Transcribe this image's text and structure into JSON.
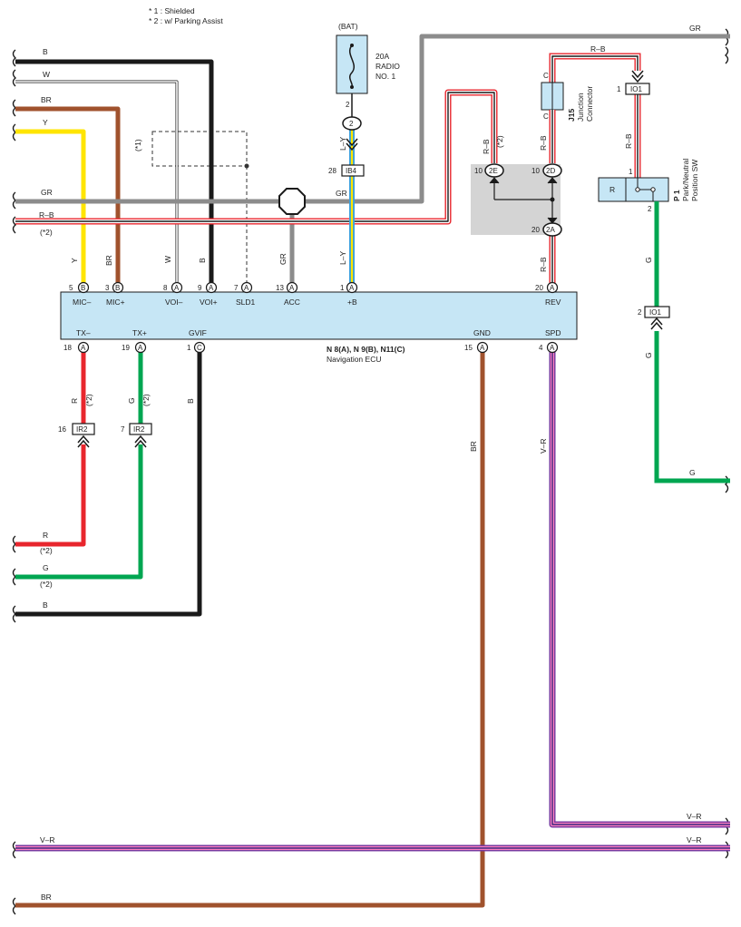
{
  "notes": [
    "* 1 : Shielded",
    "* 2 : w/ Parking Assist"
  ],
  "colors": {
    "black": "#1a1a1a",
    "white_wire": "#b9b9b9",
    "brown": "#a0522d",
    "yellow": "#ffe500",
    "gray": "#8c8c8c",
    "red": "#e8262d",
    "green": "#00a651",
    "violet": "#7a3aa0",
    "blue": "#3aa0e0",
    "ecu_fill": "#c6e6f5",
    "junction_fill": "#d4d4d4"
  },
  "ecu": {
    "name": "N 8(A), N 9(B), N11(C)",
    "subtitle": "Navigation ECU",
    "top_pins": [
      {
        "num": "5",
        "conn": "B",
        "label": "MIC–",
        "wire": "Y"
      },
      {
        "num": "3",
        "conn": "B",
        "label": "MIC+",
        "wire": "BR"
      },
      {
        "num": "8",
        "conn": "A",
        "label": "VOI–",
        "wire": "W"
      },
      {
        "num": "9",
        "conn": "A",
        "label": "VOI+",
        "wire": "B"
      },
      {
        "num": "7",
        "conn": "A",
        "label": "SLD1",
        "wire": ""
      },
      {
        "num": "13",
        "conn": "A",
        "label": "ACC",
        "wire": "GR"
      },
      {
        "num": "1",
        "conn": "A",
        "label": "+B",
        "wire": "L–Y"
      },
      {
        "num": "20",
        "conn": "A",
        "label": "REV",
        "wire": "R–B"
      }
    ],
    "bottom_pins": [
      {
        "num": "18",
        "conn": "A",
        "label": "TX–",
        "wire": "R",
        "note": "(*2)"
      },
      {
        "num": "19",
        "conn": "A",
        "label": "TX+",
        "wire": "G",
        "note": "(*2)"
      },
      {
        "num": "1",
        "conn": "C",
        "label": "GVIF",
        "wire": "B"
      },
      {
        "num": "15",
        "conn": "A",
        "label": "GND",
        "wire": "BR"
      },
      {
        "num": "4",
        "conn": "A",
        "label": "SPD",
        "wire": "V–R"
      }
    ]
  },
  "fuse": {
    "source": "(BAT)",
    "rating": "20A",
    "name": "RADIO",
    "name2": "NO. 1",
    "pin": "2",
    "circle": "2"
  },
  "connectors": {
    "ib4": {
      "pin": "28",
      "name": "IB4"
    },
    "io1_top": {
      "pin": "1",
      "name": "IO1"
    },
    "io1_bottom": {
      "pin": "2",
      "name": "IO1"
    },
    "ir2_left": {
      "pin": "16",
      "name": "IR2"
    },
    "ir2_right": {
      "pin": "7",
      "name": "IR2"
    }
  },
  "junction": {
    "id": "J15",
    "name": "Junction",
    "name2": "Connector",
    "pin_c": "C",
    "pins": [
      {
        "num": "10",
        "circle": "2E"
      },
      {
        "num": "10",
        "circle": "2D"
      },
      {
        "num": "20",
        "circle": "2A"
      }
    ]
  },
  "park_switch": {
    "id": "P 1",
    "name": "Park/Neutral",
    "name2": "Position SW",
    "pin_top": "1",
    "pin_bottom": "2",
    "box_label": "R"
  },
  "shield_note": "(*1)",
  "left_wires": {
    "b": "B",
    "w": "W",
    "br": "BR",
    "y": "Y",
    "gr": "GR",
    "rb": "R–B",
    "rb_note": "(*2)",
    "r": "R",
    "r_note": "(*2)",
    "g": "G",
    "g_note": "(*2)",
    "b2": "B",
    "vr": "V–R",
    "br2": "BR"
  },
  "right_wires": {
    "gr": "GR",
    "rb": "R–B",
    "g": "G",
    "vr1": "V–R",
    "vr2": "V–R"
  },
  "wire_labels": {
    "gr_mid": "GR",
    "ly": "L–Y",
    "ly2": "L–Y",
    "rb_2e": "R–B",
    "rb_2e_note": "(*2)",
    "rb_2d": "R–B",
    "rb_rev": "R–B",
    "rb_io1": "R–B",
    "g_io1": "G",
    "g_io1_2": "G",
    "y": "Y",
    "br": "BR",
    "w": "W",
    "b": "B",
    "gr": "GR",
    "r": "R",
    "r_note": "(*2)",
    "g": "G",
    "g_note": "(*2)",
    "b_gvif": "B",
    "br_gnd": "BR",
    "vr_spd": "V–R"
  }
}
